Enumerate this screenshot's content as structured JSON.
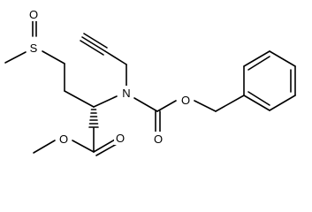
{
  "structure": {
    "atoms": {
      "sulfur": "S",
      "sulfoxide_oxygen": "O",
      "amine_nitrogen": "N",
      "carbamate_ether_oxygen": "O",
      "carbamate_carbonyl_oxygen": "O",
      "ester_carbonyl_oxygen": "O",
      "ester_ether_oxygen": "O"
    }
  }
}
